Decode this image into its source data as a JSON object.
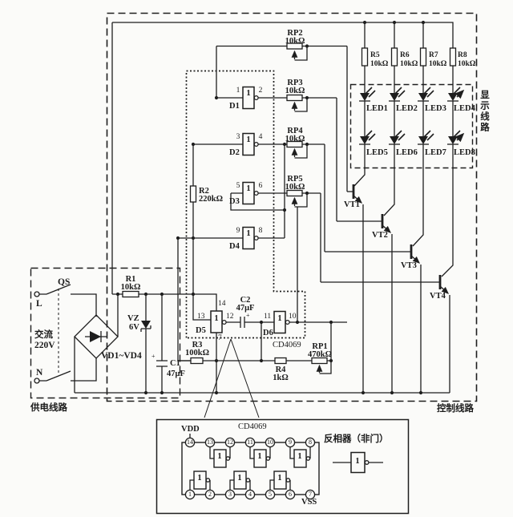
{
  "power": {
    "section_label": "供电线路",
    "switch_label": "QS",
    "line_terminal": "L",
    "neutral_terminal": "N",
    "ac_label_1": "交流",
    "ac_label_2": "220V",
    "bridge_label": "VD1~VD4",
    "r1": {
      "name": "R1",
      "value": "10kΩ"
    },
    "vz": {
      "name": "VZ",
      "value": "6V"
    },
    "c1": {
      "name": "C1",
      "value": "47μF",
      "polarity": "+"
    }
  },
  "oscillator": {
    "ic_label": "CD4069",
    "r2": {
      "name": "R2",
      "value": "220kΩ"
    },
    "r3": {
      "name": "R3",
      "value": "100kΩ"
    },
    "r4": {
      "name": "R4",
      "value": "1kΩ"
    },
    "rp1": {
      "name": "RP1",
      "value": "470kΩ"
    },
    "c2": {
      "name": "C2",
      "value": "47μF",
      "polarity": "+"
    },
    "gates": {
      "d1": {
        "label": "D1",
        "symbol": "1",
        "pin_in": "1",
        "pin_out": "2"
      },
      "d2": {
        "label": "D2",
        "symbol": "1",
        "pin_in": "3",
        "pin_out": "4"
      },
      "d3": {
        "label": "D3",
        "symbol": "1",
        "pin_in": "5",
        "pin_out": "6"
      },
      "d4": {
        "label": "D4",
        "symbol": "1",
        "pin_in": "9",
        "pin_out": "8"
      },
      "d5": {
        "label": "D5",
        "symbol": "1",
        "pin_in": "13",
        "pin_out": "12",
        "pin_vdd": "14",
        "pin_vss": "7"
      },
      "d6": {
        "label": "D6",
        "symbol": "1",
        "pin_in": "11",
        "pin_out": "10"
      }
    },
    "pots": {
      "rp2": {
        "name": "RP2",
        "value": "10kΩ"
      },
      "rp3": {
        "name": "RP3",
        "value": "10kΩ"
      },
      "rp4": {
        "name": "RP4",
        "value": "10kΩ"
      },
      "rp5": {
        "name": "RP5",
        "value": "10kΩ"
      }
    }
  },
  "control": {
    "section_label": "控制线路",
    "transistors": [
      "VT1",
      "VT2",
      "VT3",
      "VT4"
    ]
  },
  "display": {
    "section_label": "显示线路",
    "resistors": [
      {
        "name": "R5",
        "value": "10kΩ"
      },
      {
        "name": "R6",
        "value": "10kΩ"
      },
      {
        "name": "R7",
        "value": "10kΩ"
      },
      {
        "name": "R8",
        "value": "10kΩ"
      }
    ],
    "leds": [
      "LED1",
      "LED2",
      "LED3",
      "LED4",
      "LED5",
      "LED6",
      "LED7",
      "LED8"
    ]
  },
  "pinout": {
    "title": "CD4069",
    "vdd": "VDD",
    "vss": "VSS",
    "top_pins": [
      "14",
      "13",
      "12",
      "11",
      "10",
      "9",
      "8"
    ],
    "bottom_pins": [
      "1",
      "2",
      "3",
      "4",
      "5",
      "6",
      "7"
    ],
    "gate_symbol": "1",
    "caption": "反相器（非门）"
  }
}
